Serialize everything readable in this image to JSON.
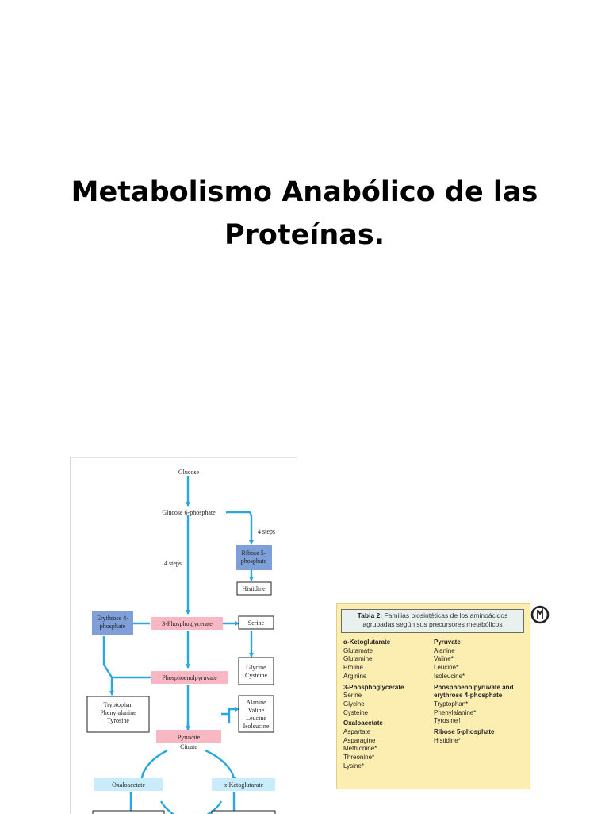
{
  "slide": {
    "title_lines": [
      "Metabolismo Anabólico de las",
      "Proteínas."
    ]
  },
  "pathway": {
    "glucose": "Glucose",
    "glucose6p": "Glucose 6-phosphate",
    "four_steps_left": "4 steps",
    "four_steps_right": "4 steps",
    "ribose_line1": "Ribose 5-",
    "ribose_line2": "phosphate",
    "histidine": "Histidine",
    "erythrose_line1": "Erythrose 4-",
    "erythrose_line2": "phosphate",
    "phosphoglycerate": "3-Phosphoglycerate",
    "serine": "Serine",
    "glycine": "Glycine",
    "cysteine": "Cysteine",
    "pep": "Phosphoenolpyruvate",
    "tryptophan": "Tryptophan",
    "phenylalanine": "Phenylalanine",
    "tyrosine": "Tyrosine",
    "pyruvate": "Pyruvate",
    "alanine": "Alanine",
    "valine": "Valine",
    "leucine": "Leucine",
    "isoleucine": "Isoleucine",
    "citrate": "Citrate",
    "oxaloacetate": "Oxaloacetate",
    "ketoglutarate": "α-Ketoglutarate",
    "colors": {
      "arrow": "#29a8df",
      "pink": "#f7b7c3",
      "blue_box": "#7f9fd8",
      "light_blue": "#c9ecfb"
    }
  },
  "table": {
    "caption_bold": "Tabla 2:",
    "caption_text": "Familias biosintéticas de los aminoácidos agrupadas según sus precursores metabólicos",
    "left_column": [
      {
        "header": "α-Ketoglutarate",
        "items": [
          "Glutamate",
          "Glutamine",
          "Proline",
          "Arginine"
        ]
      },
      {
        "header": "3-Phosphoglycerate",
        "items": [
          "Serine",
          "Glycine",
          "Cysteine"
        ]
      },
      {
        "header": "Oxaloacetate",
        "items": [
          "Aspartate",
          "Asparagine",
          "Methionine*",
          "Threonine*",
          "Lysine*"
        ]
      }
    ],
    "right_column": [
      {
        "header": "Pyruvate",
        "items": [
          "Alanine",
          "Valine*",
          "Leucine*",
          "Isoleucine*"
        ]
      },
      {
        "header": "Phosphoenolpyruvate and erythrose 4-phosphate",
        "items": [
          "Tryptophan*",
          "Phenylalanine*",
          "Tyrosine†"
        ]
      },
      {
        "header": "Ribose 5-phosphate",
        "items": [
          "Histidine*"
        ]
      }
    ]
  }
}
